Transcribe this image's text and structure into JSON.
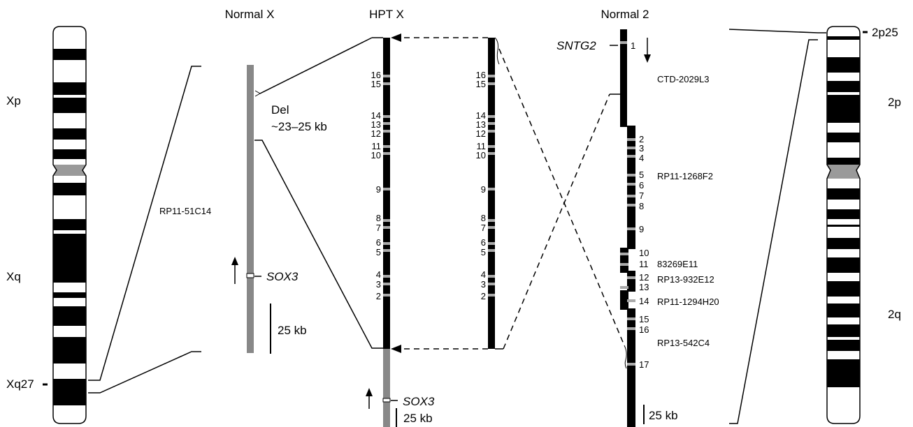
{
  "colors": {
    "band_dark": "#000000",
    "band_light": "#ffffff",
    "centromere": "#9a9a9a",
    "probe_gray": "#888888",
    "line": "#000000",
    "background": "#ffffff"
  },
  "headers": {
    "normal_x": "Normal X",
    "hpt_x": "HPT X",
    "normal_2": "Normal 2"
  },
  "x_ideogram": {
    "label_p": "Xp",
    "label_q": "Xq",
    "label_band": "Xq27"
  },
  "chr2_ideogram": {
    "label_p": "2p",
    "label_q": "2q",
    "label_band": "2p25"
  },
  "normal_x_panel": {
    "clone": "RP11-51C14",
    "deletion": [
      "Del",
      "~23–25 kb"
    ],
    "gene": "SOX3",
    "scale": "25 kb"
  },
  "hpt_x_panel": {
    "gene": "SOX3",
    "scale": "25 kb",
    "markers": [
      "16",
      "15",
      "14",
      "13",
      "12",
      "11",
      "10",
      "9",
      "8",
      "7",
      "6",
      "5",
      "4",
      "3",
      "2"
    ]
  },
  "normal2_panel": {
    "gene": "SNTG2",
    "scale": "25 kb",
    "markers": [
      "1",
      "2",
      "3",
      "4",
      "5",
      "6",
      "7",
      "8",
      "9",
      "10",
      "11",
      "12",
      "13",
      "14",
      "15",
      "16",
      "17"
    ],
    "clones": [
      "CTD-2029L3",
      "RP11-1268F2",
      "83269E11",
      "RP13-932E12",
      "RP11-1294H20",
      "RP13-542C4"
    ]
  }
}
